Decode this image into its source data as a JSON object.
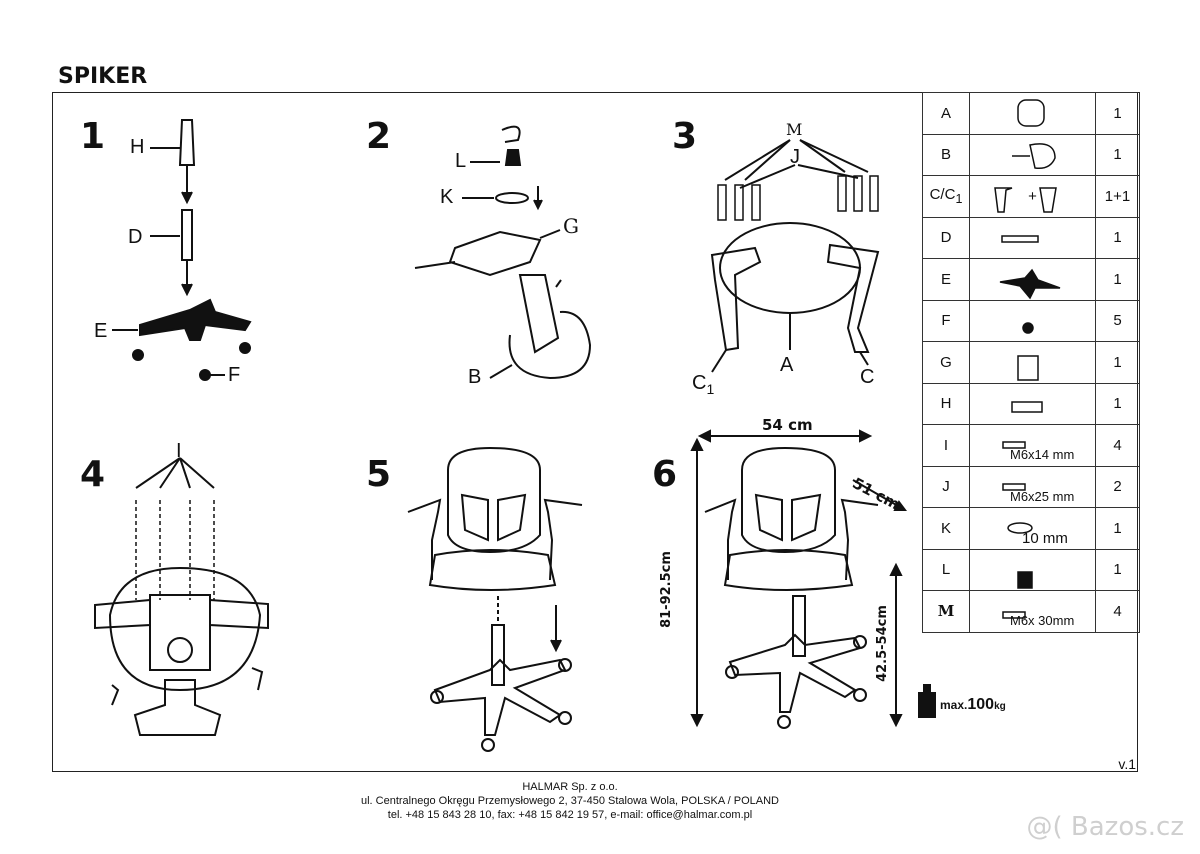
{
  "header": {
    "title": "SPIKER"
  },
  "steps": [
    "1",
    "2",
    "3",
    "4",
    "5",
    "6"
  ],
  "labels": {
    "s1": [
      "H",
      "D",
      "E",
      "F"
    ],
    "s2": [
      "L",
      "K",
      "G",
      "B"
    ],
    "s3": [
      "M",
      "J",
      "A",
      "C",
      "C",
      "1"
    ],
    "s4": [
      "I"
    ]
  },
  "dimensions": {
    "width": "54 cm",
    "depth": "51 cm",
    "height": "81-92.5cm",
    "seat_height": "42.5-54cm"
  },
  "parts": [
    {
      "code": "A",
      "qty": "1",
      "spec": ""
    },
    {
      "code": "B",
      "qty": "1",
      "spec": ""
    },
    {
      "code": "C/C",
      "sub": "1",
      "qty": "1+1",
      "spec": "+"
    },
    {
      "code": "D",
      "qty": "1",
      "spec": ""
    },
    {
      "code": "E",
      "qty": "1",
      "spec": ""
    },
    {
      "code": "F",
      "qty": "5",
      "spec": ""
    },
    {
      "code": "G",
      "qty": "1",
      "spec": ""
    },
    {
      "code": "H",
      "qty": "1",
      "spec": ""
    },
    {
      "code": "I",
      "qty": "4",
      "spec": "M6x14 mm"
    },
    {
      "code": "J",
      "qty": "2",
      "spec": "M6x25 mm"
    },
    {
      "code": "K",
      "qty": "1",
      "spec": "10 mm"
    },
    {
      "code": "L",
      "qty": "1",
      "spec": ""
    },
    {
      "code": "M",
      "qty": "4",
      "spec": "M6x 30mm"
    }
  ],
  "weight": {
    "prefix": "max.",
    "value": "100",
    "unit": "kg"
  },
  "version": "v.1",
  "footer": {
    "company": "HALMAR Sp. z o.o.",
    "address": "ul. Centralnego Okręgu Przemysłowego 2, 37-450 Stalowa Wola, POLSKA / POLAND",
    "contact": "tel. +48 15 843 28 10, fax: +48 15 842 19 57, e-mail: office@halmar.com.pl"
  },
  "watermark": "@( Bazos.cz"
}
